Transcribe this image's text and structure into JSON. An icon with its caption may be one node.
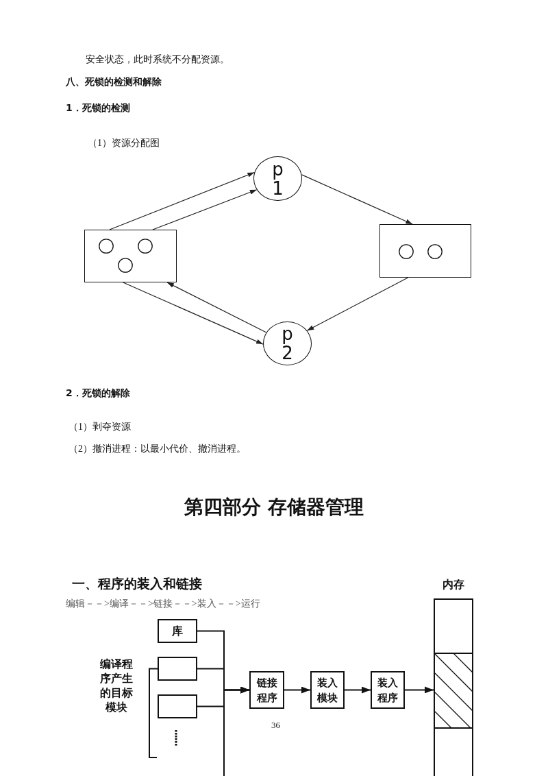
{
  "diagram": {
    "nodes": [
      {
        "text": [
          "p 1"
        ]
      },
      {
        "text": [],
        "shape": "box"
      },
      {
        "text": [],
        "shape": "box"
      },
      {
        "text": [
          "p 2"
        ]
      },
      {
        "text": [
          "库"
        ]
      },
      {
        "text": [],
        "shape": "box"
      },
      {
        "text": [],
        "shape": "box"
      },
      {
        "text": [
          "链接程序"
        ]
      },
      {
        "text": [
          "装入模块"
        ]
      },
      {
        "text": [
          "装入程序"
        ]
      },
      {
        "text": [
          "内存"
        ]
      }
    ],
    "edges": [
      {
        "from": 1,
        "to": 0,
        "arrow": "to"
      },
      {
        "from": 1,
        "to": 0,
        "arrow": "to"
      },
      {
        "from": 0,
        "to": 2,
        "arrow": "to"
      },
      {
        "from": 2,
        "to": 3,
        "arrow": "to"
      },
      {
        "from": 3,
        "to": 1,
        "arrow": "to"
      },
      {
        "from": 1,
        "to": 3,
        "arrow": "to"
      },
      {
        "from": 4,
        "to": 7,
        "arrow": "to"
      },
      {
        "from": 5,
        "to": 7,
        "arrow": "to"
      },
      {
        "from": 6,
        "to": 7,
        "arrow": "to"
      },
      {
        "from": 7,
        "to": 8,
        "arrow": "to"
      },
      {
        "from": 8,
        "to": 9,
        "arrow": "to"
      },
      {
        "from": 9,
        "to": 10,
        "arrow": "to"
      }
    ],
    "labels": [
      "安全状态，此时系统不分配资源。",
      "八、死锁的检测和解除",
      "1．死锁的检测",
      "（1）资源分配图",
      "2．死锁的解除",
      "（1）剥夺资源",
      "（2）撤消进程：以最小代价、撤消进程。",
      "第四部分 存储器管理",
      "一、程序的装入和链接",
      "编辑－－>编译－－>链接－－>装入－－>运行",
      "编译程序产生的目标模块",
      "36"
    ]
  }
}
